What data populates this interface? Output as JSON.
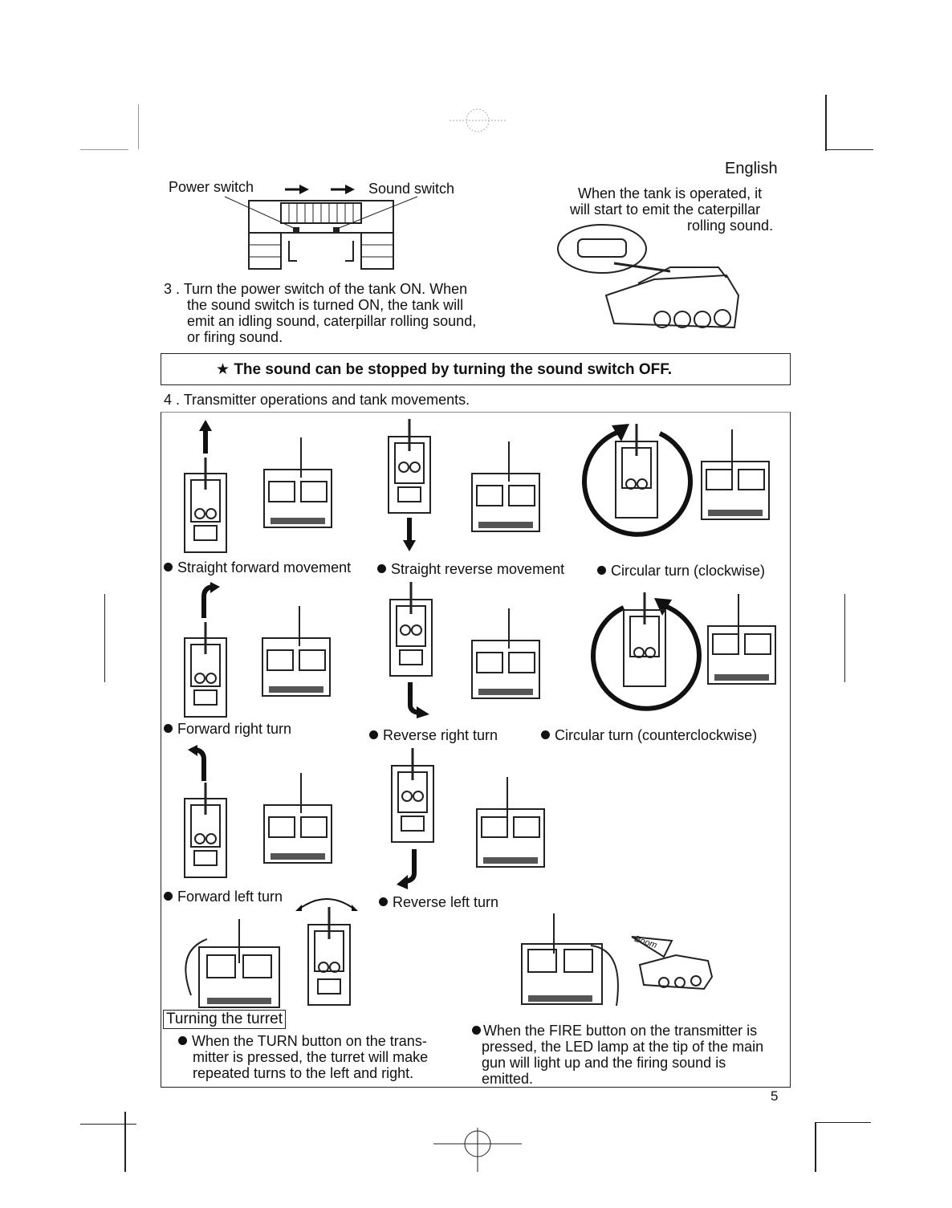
{
  "header": {
    "language": "English",
    "power_switch_label": "Power switch",
    "sound_switch_label": "Sound switch",
    "sound_note_line1": "When the tank is operated, it",
    "sound_note_line2": "will start to emit the caterpillar",
    "sound_note_line3": "rolling sound."
  },
  "step3": {
    "line1": "3 . Turn the power switch of the tank ON.  When",
    "line2": "the sound switch is turned ON, the tank will",
    "line3": "emit an idling sound, caterpillar rolling sound,",
    "line4": "or firing sound."
  },
  "notice": {
    "star": "★",
    "text": "The sound can be stopped by turning the sound switch OFF."
  },
  "step4": {
    "title": "4 . Transmitter operations and tank movements."
  },
  "movements": [
    "Straight forward movement",
    "Straight reverse movement",
    "Circular turn (clockwise)",
    "Forward right turn",
    "Reverse right turn",
    "Circular turn (counterclockwise)",
    "Forward left turn",
    "Reverse left turn"
  ],
  "turret": {
    "heading": "Turning the turret",
    "line1": "When the TURN button on the trans-",
    "line2": "mitter is pressed, the turret will make",
    "line3": "repeated turns to the left and right."
  },
  "fire": {
    "line1": "When the FIRE button on the transmitter is",
    "line2": "pressed, the LED lamp at the tip of the main",
    "line3": "gun will light up and the firing sound is",
    "line4": "emitted.",
    "boom": "Boom"
  },
  "page_number": "5"
}
